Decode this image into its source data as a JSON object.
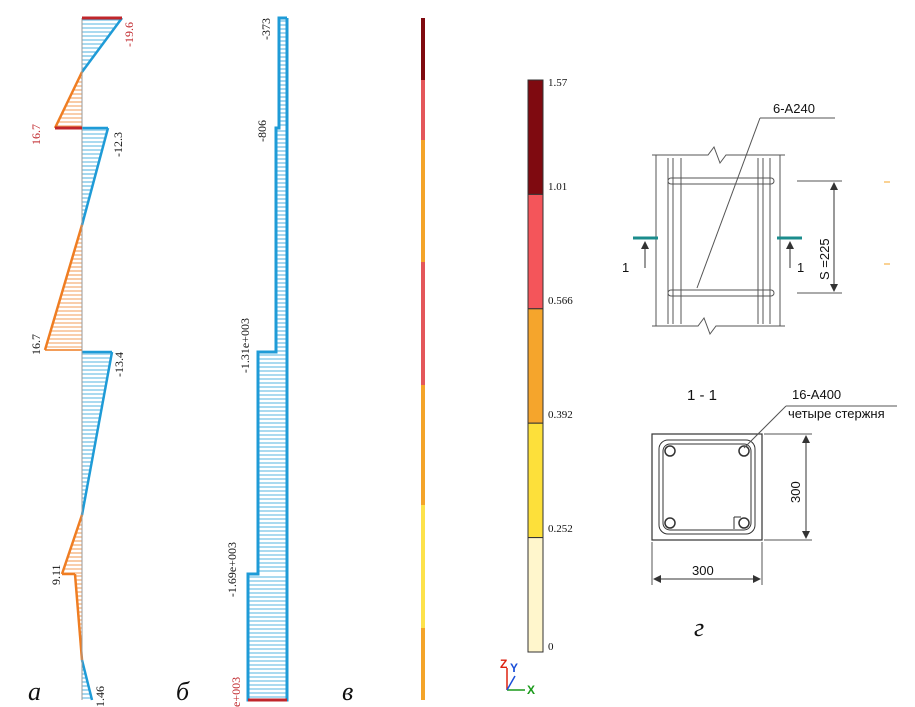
{
  "panels": {
    "a": {
      "letter": "а",
      "labels": {
        "top": "-19.6",
        "left_upper": "16.7",
        "mid_upper": "-12.3",
        "left_mid": "16.7",
        "mid_lower": "-13.4",
        "left_lower": "9.11",
        "bottom": "1.46"
      }
    },
    "b": {
      "letter": "б",
      "labels": {
        "top": "-373",
        "second": "-806",
        "third": "-1.31e+003",
        "fourth": "-1.69e+003",
        "bottom": "e+003"
      }
    },
    "c": {
      "letter": "в",
      "strip_colors": [
        "#7f0a10",
        "#e4575a",
        "#f4a429",
        "#e4575a",
        "#f4a429",
        "#fde24b",
        "#f4a429"
      ]
    },
    "legend": {
      "ticks": [
        "1.57",
        "1.01",
        "0.566",
        "0.392",
        "0.252",
        "0"
      ],
      "colors": [
        "#7f0a10",
        "#f4555a",
        "#f5a52c",
        "#fde03a",
        "#fff6cc"
      ],
      "axis_labels": {
        "z": "Z",
        "y": "Y",
        "x": "X"
      }
    },
    "d": {
      "letter": "г",
      "elevation": {
        "rebar_label": "6-А240",
        "spacing_label": "S =225",
        "section_mark": "1"
      },
      "section": {
        "title": "1 - 1",
        "rebar_label": "16-А400",
        "rebar_note": "четыре стержня",
        "width_dim": "300",
        "height_dim": "300"
      }
    }
  },
  "colors": {
    "blue": "#1e9bd7",
    "orange": "#ef7d22",
    "red": "#c0262b"
  }
}
